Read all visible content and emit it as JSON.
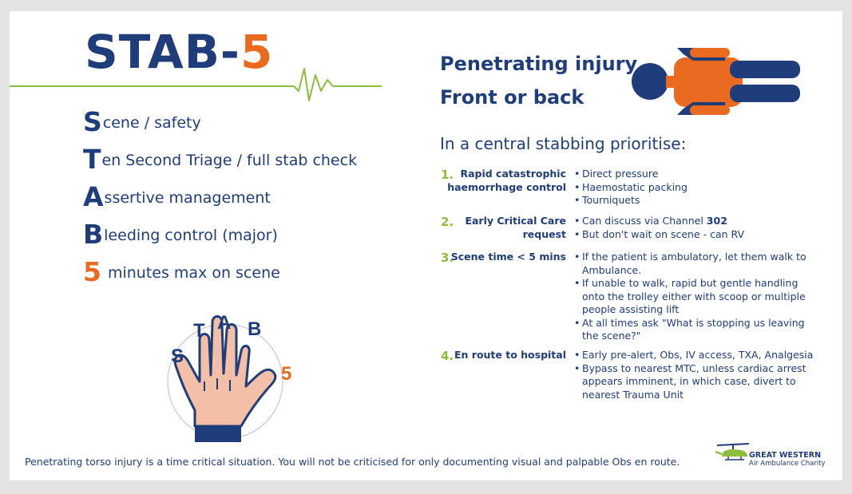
{
  "title": {
    "main": "STAB-",
    "accent": "5"
  },
  "mnemonic": [
    {
      "letter": "S",
      "rest": "cene / safety"
    },
    {
      "letter": "T",
      "rest": "en Second Triage / full stab check"
    },
    {
      "letter": "A",
      "rest": "ssertive management"
    },
    {
      "letter": "B",
      "rest": "leeding control (major)"
    },
    {
      "letter": "5",
      "rest": "minutes max on scene"
    }
  ],
  "hand_letters": [
    "S",
    "T",
    "A",
    "B",
    "5"
  ],
  "headline": {
    "line1": "Penetrating injury",
    "line2": "Front or back"
  },
  "prioritise": "In a central stabbing prioritise:",
  "steps": [
    {
      "number": "1.",
      "label": "Rapid catastrophic haemorrhage control",
      "bullets": [
        "Direct pressure",
        "Haemostatic packing",
        "Tourniquets"
      ]
    },
    {
      "number": "2.",
      "label": "Early Critical Care request",
      "bullets": [
        "Can discuss via Channel ",
        "But don't wait on scene - can RV"
      ],
      "channel": "302"
    },
    {
      "number": "3.",
      "label": "Scene time < 5 mins",
      "bullets": [
        "If the patient is ambulatory, let them walk to Ambulance.",
        "If unable to walk, rapid but gentle handling onto the trolley either with scoop or multiple people assisting lift",
        "At all times ask \"What is stopping us leaving the scene?\""
      ]
    },
    {
      "number": "4.",
      "label": "En route to hospital",
      "bullets": [
        "Early pre-alert, Obs, IV access, TXA, Analgesia",
        "Bypass to nearest MTC, unless cardiac arrest appears imminent, in which case, divert to nearest Trauma Unit"
      ]
    }
  ],
  "footer": "Penetrating torso injury is a time critical situation. You will not be criticised for only documenting visual and palpable Obs en route.",
  "logo": {
    "name": "GREAT WESTERN",
    "subtitle": "Air Ambulance Charity"
  },
  "colors": {
    "navy": "#1e3d7a",
    "orange": "#ea6a1f",
    "green": "#8cbd3d",
    "skin": "#f3bfa6"
  },
  "icons": [
    "ecg-line-icon",
    "person-body-icon",
    "hand-icon",
    "helicopter-logo-icon"
  ]
}
